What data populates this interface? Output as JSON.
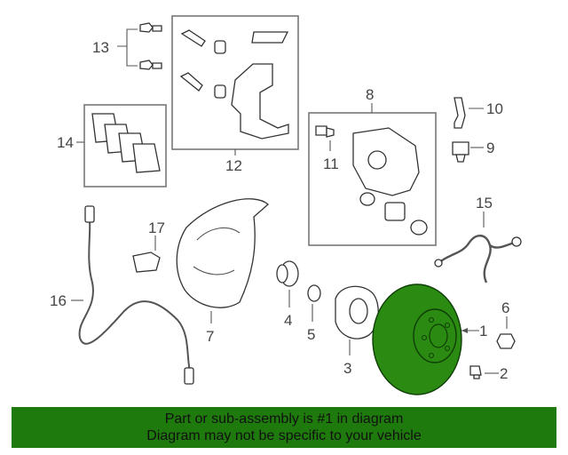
{
  "diagram": {
    "callouts": [
      "13",
      "12",
      "14",
      "8",
      "10",
      "9",
      "11",
      "17",
      "15",
      "16",
      "4",
      "5",
      "7",
      "3",
      "1",
      "6",
      "2"
    ],
    "highlight_color": "#2a8a12",
    "banner_color": "#1f7a0d"
  },
  "banner": {
    "line1": "Part or sub-assembly is #1 in diagram",
    "line2": "Diagram may not be specific to your vehicle"
  }
}
